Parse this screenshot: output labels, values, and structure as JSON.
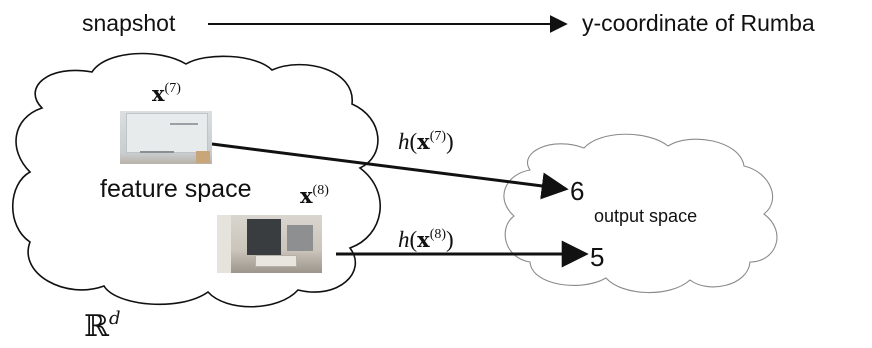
{
  "top_flow": {
    "source": "snapshot",
    "target": "y-coordinate of Rumba"
  },
  "feature_space": {
    "label": "feature space",
    "set": "ℝ",
    "set_exponent": "d"
  },
  "output_space": {
    "label": "output space"
  },
  "samples": [
    {
      "name": "x",
      "index": "(7)",
      "function_label": {
        "fn": "h",
        "open": "(",
        "var": "x",
        "index": "(7)",
        "close": ")"
      },
      "output": "6"
    },
    {
      "name": "x",
      "index": "(8)",
      "function_label": {
        "fn": "h",
        "open": "(",
        "var": "x",
        "index": "(8)",
        "close": ")"
      },
      "output": "5"
    }
  ],
  "colors": {
    "stroke": "#111111",
    "cloud_output_stroke": "#8a8a8a"
  }
}
